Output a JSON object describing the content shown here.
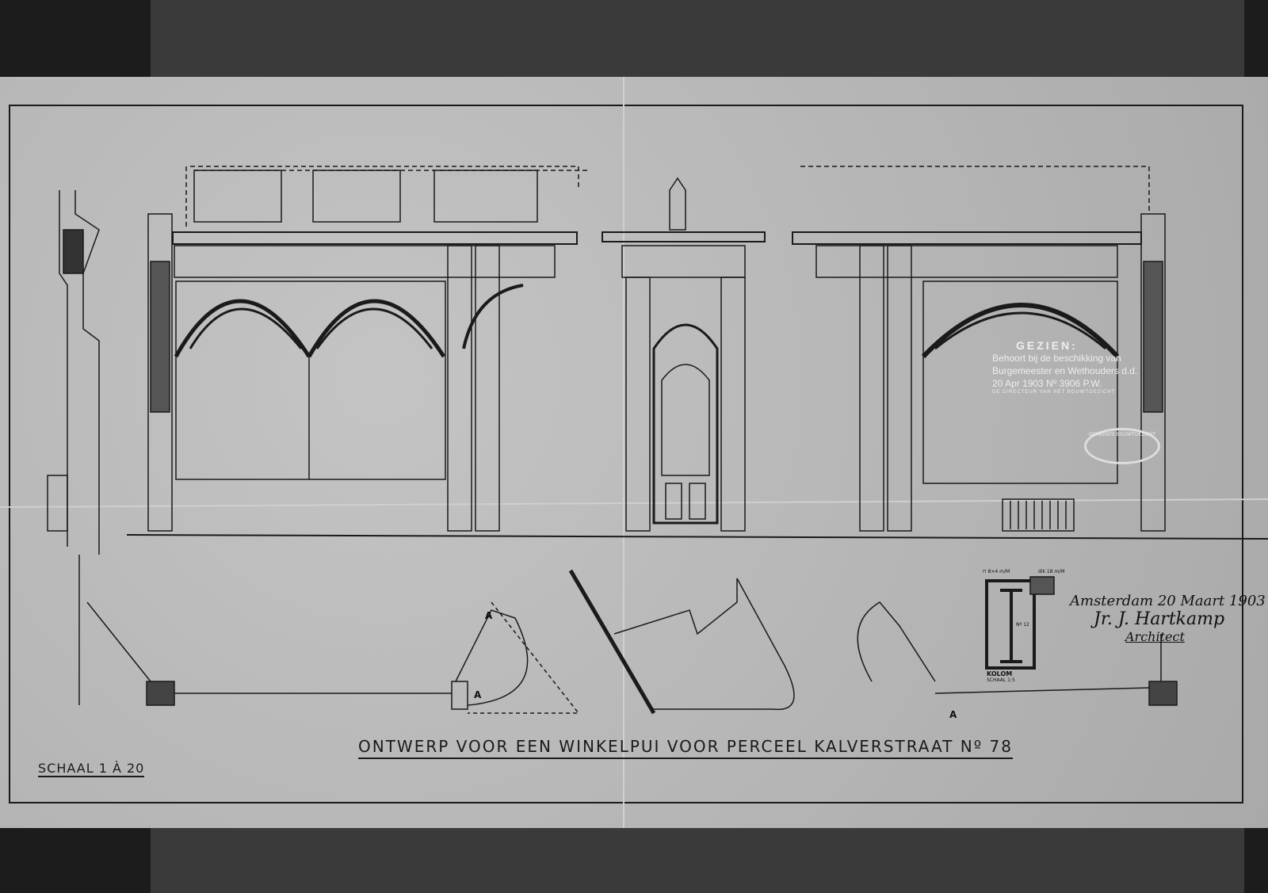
{
  "drawing": {
    "title": "ONTWERP VOOR EEN WINKELPUI VOOR PERCEEL KALVERSTRAAT Nº 78",
    "scale": "SCHAAL 1 À 20",
    "section_marker": "A"
  },
  "approval_stamp": {
    "heading": "GEZIEN:",
    "line1": "Behoort bij de beschikking van",
    "line2": "Burgemeester en Wethouders d.d.",
    "line3": "20 Apr 1903 Nº 3906 P.W.",
    "line4": "DE DIRECTEUR VAN HET BOUWTOEZICHT",
    "seal": "GEMEENTE BOUWTOEZICHT"
  },
  "column_detail": {
    "label": "KOLOM",
    "scale": "SCHAAL 1:5",
    "notes": [
      "⊓ 8×4 m/M",
      "dik 18 m/M",
      "Nº 12"
    ]
  },
  "signature": {
    "place_date": "Amsterdam 20 Maart 1903",
    "name": "Jr. J. Hartkamp",
    "role": "Architect"
  },
  "colors": {
    "paper": "#b9b9b9",
    "ink": "#1a1a1a",
    "background": "#1c1c1c"
  }
}
